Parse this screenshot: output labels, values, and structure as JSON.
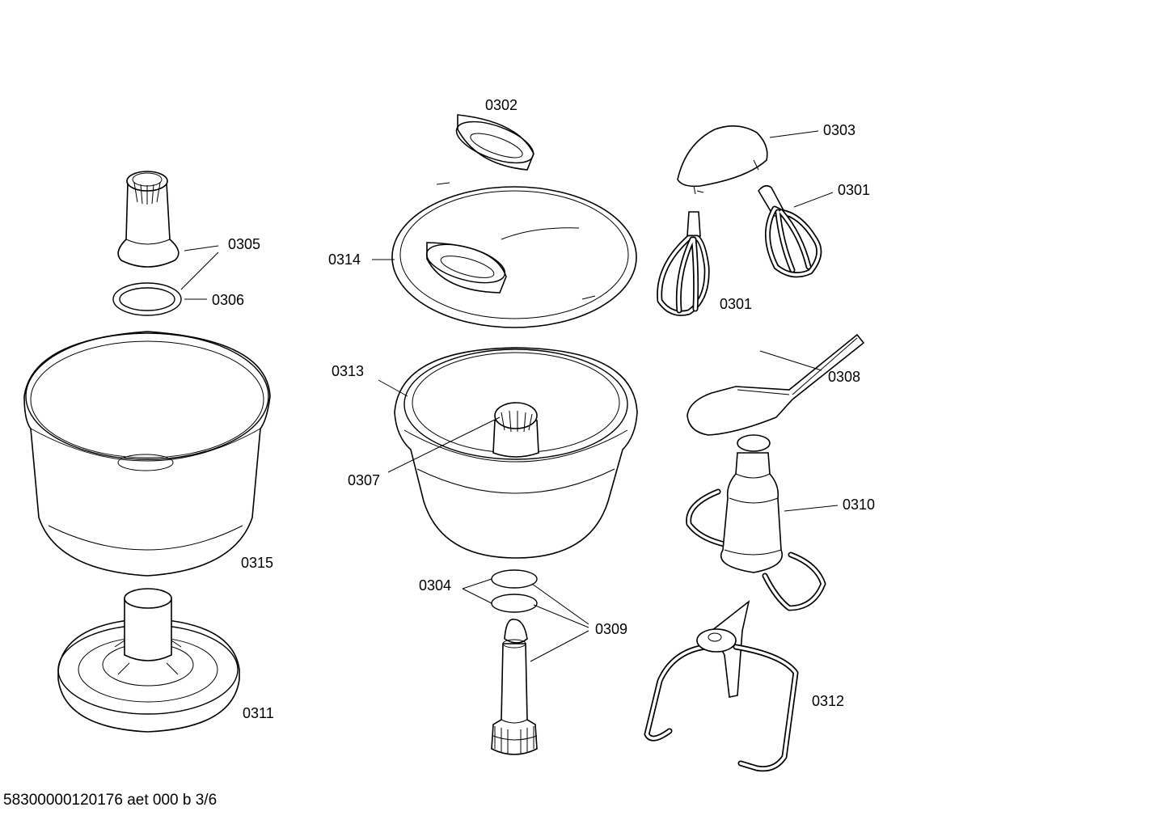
{
  "labels": {
    "p0301a": "0301",
    "p0301b": "0301",
    "p0302": "0302",
    "p0303": "0303",
    "p0304": "0304",
    "p0305": "0305",
    "p0306": "0306",
    "p0307": "0307",
    "p0308": "0308",
    "p0309": "0309",
    "p0310": "0310",
    "p0311": "0311",
    "p0312": "0312",
    "p0313": "0313",
    "p0314": "0314",
    "p0315": "0315"
  },
  "footer": {
    "doc_id": "58300000120176 aet 000 b 3/6"
  }
}
